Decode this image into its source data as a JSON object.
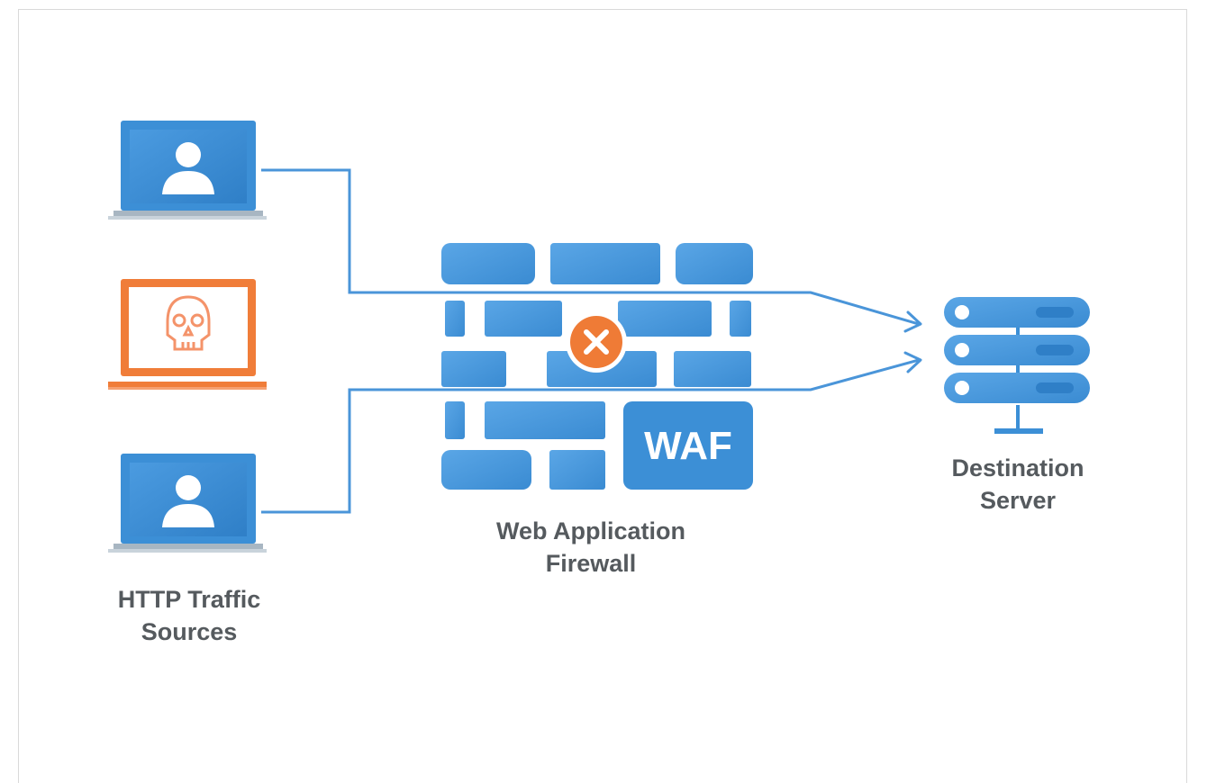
{
  "diagram": {
    "sources": {
      "label_line1": "HTTP Traffic",
      "label_line2": "Sources",
      "items": [
        {
          "name": "legit-user-laptop-top",
          "kind": "user"
        },
        {
          "name": "attacker-laptop",
          "kind": "attacker"
        },
        {
          "name": "legit-user-laptop-bottom",
          "kind": "user"
        }
      ]
    },
    "firewall": {
      "badge": "WAF",
      "label_line1": "Web Application",
      "label_line2": "Firewall",
      "block_icon": "x-circle-icon"
    },
    "server": {
      "label_line1": "Destination",
      "label_line2": "Server",
      "icon": "server-stack-icon"
    },
    "colors": {
      "blue": "#3c8fd6",
      "blue_dark": "#2f7fc7",
      "blue_light": "#5aa6e6",
      "orange": "#ef7b36",
      "orange_light": "#f6a070",
      "line": "#4a95d9",
      "text": "#555a5e"
    }
  }
}
